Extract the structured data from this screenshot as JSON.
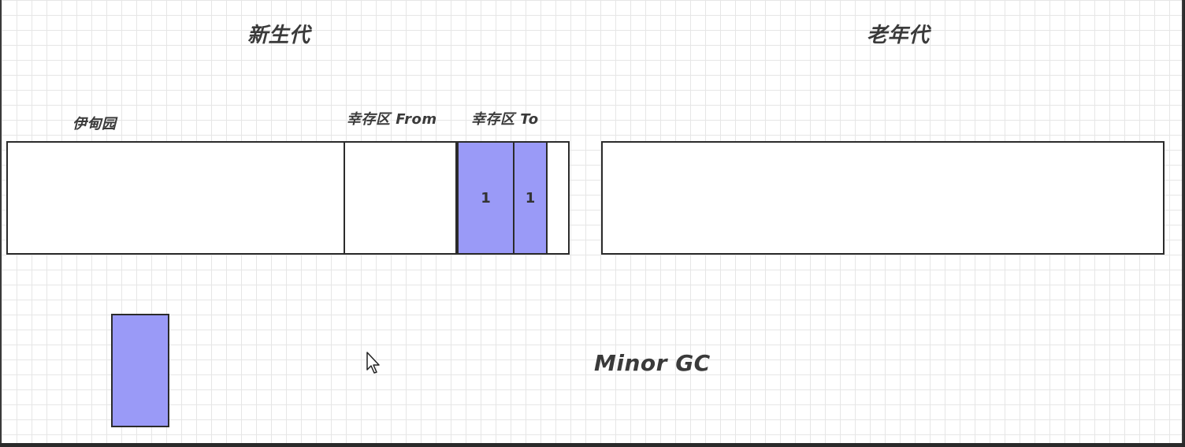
{
  "headings": {
    "young_generation": "新生代",
    "old_generation": "老年代"
  },
  "young_gen": {
    "eden_label": "伊甸园",
    "survivor_from_label": "幸存区 From",
    "survivor_to_label": "幸存区 To",
    "survivor_to_objects": [
      {
        "value": "1"
      },
      {
        "value": "1"
      }
    ]
  },
  "gc_label": "Minor GC",
  "colors": {
    "object_fill": "#9a9af7",
    "stroke": "#2b2b2b",
    "grid": "#e6e6e6"
  },
  "icons": {
    "cursor": "mouse-pointer-icon"
  }
}
